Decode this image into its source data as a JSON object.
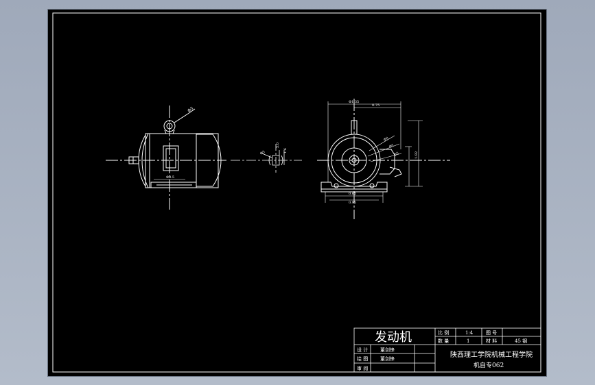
{
  "colors": {
    "background": "#a8b2c2",
    "sheet": "#000000",
    "linework": "#ffffff"
  },
  "side_view": {
    "dim_bottom": "Φ0.5",
    "dim_leader": "Φ5"
  },
  "detail_view": {
    "dim_a": "Φ5",
    "dim_b": "5.0",
    "dim_c": "1.6"
  },
  "front_view": {
    "dim_top": "Φ1.35",
    "dim_top_inner": "0.75",
    "dim_height": "1.92",
    "dim_base_a": "0.65",
    "dim_base_b": "0.95",
    "dim_leader_a": "Φ0",
    "dim_leader_b": "Φ1",
    "dim_leader_c": "Φ3"
  },
  "title_block": {
    "title": "发动机",
    "scale_label": "比 例",
    "scale_value": "1:4",
    "drawing_no_label": "图 号",
    "quantity_label": "数 量",
    "quantity_value": "1",
    "material_label": "材 料",
    "material_value": "45 钢",
    "designer_label": "设 计",
    "designer_name": "董剑锋",
    "drafter_label": "绘 图",
    "drafter_name": "董剑锋",
    "reviewer_label": "审 阅",
    "school": "陕西理工学院机械工程学院",
    "class_code": "机自专062"
  }
}
